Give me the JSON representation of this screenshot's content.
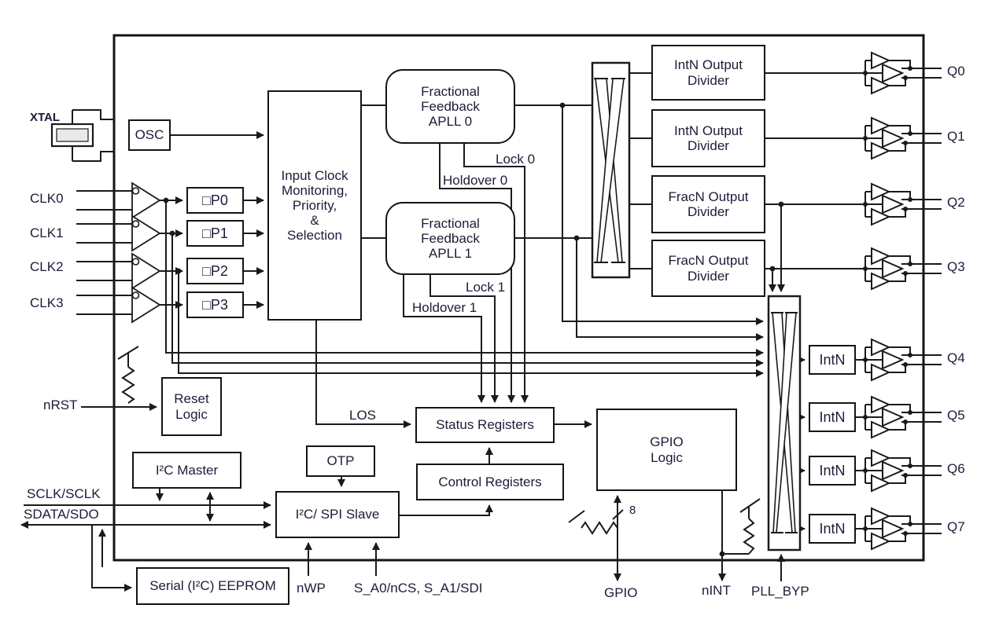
{
  "blocks": {
    "osc": "OSC",
    "p_dividers": [
      "□P0",
      "□P1",
      "□P2",
      "□P3"
    ],
    "input_monitor": "Input Clock\nMonitoring,\nPriority,\n&\nSelection",
    "apll0": "Fractional\nFeedback\nAPLL 0",
    "apll1": "Fractional\nFeedback\nAPLL 1",
    "output_dividers": [
      "IntN Output\nDivider",
      "IntN Output\nDivider",
      "FracN Output\nDivider",
      "FracN Output\nDivider"
    ],
    "intn_dividers": [
      "IntN",
      "IntN",
      "IntN",
      "IntN"
    ],
    "reset_logic": "Reset\nLogic",
    "i2c_master": "I²C Master",
    "otp": "OTP",
    "i2c_spi_slave": "I²C/ SPI Slave",
    "status_registers": "Status Registers",
    "control_registers": "Control Registers",
    "gpio_logic": "GPIO\nLogic",
    "eeprom": "Serial (I²C) EEPROM"
  },
  "pins": {
    "xtal": "XTAL",
    "clk": [
      "CLK0",
      "CLK1",
      "CLK2",
      "CLK3"
    ],
    "nrst": "nRST",
    "sclk": "SCLK/SCLK",
    "sdata": "SDATA/SDO",
    "nwp": "nWP",
    "spi_sel": "S_A0/nCS, S_A1/SDI",
    "gpio": "GPIO",
    "nint": "nINT",
    "pll_byp": "PLL_BYP",
    "q": [
      "Q0",
      "Q1",
      "Q2",
      "Q3",
      "Q4",
      "Q5",
      "Q6",
      "Q7"
    ]
  },
  "signals": {
    "lock0": "Lock 0",
    "holdover0": "Holdover 0",
    "lock1": "Lock 1",
    "holdover1": "Holdover 1",
    "los": "LOS",
    "gpio_bus_width": "8"
  },
  "colors": {
    "line": "#1a1a1a",
    "text": "#1c1c38",
    "background": "#ffffff"
  }
}
